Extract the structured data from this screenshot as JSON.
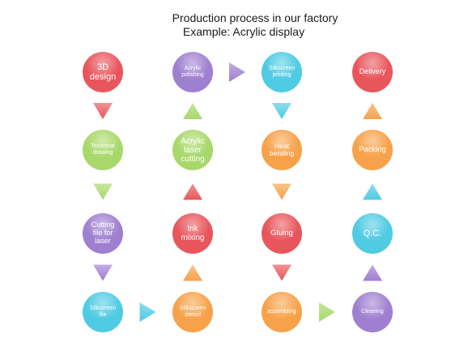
{
  "title": {
    "line1": "Production process in our factory",
    "line2": "Example: Acrylic display"
  },
  "colors": {
    "red": "#e8565c",
    "purple": "#9f7fd0",
    "cyan": "#4fcbe3",
    "orange": "#f7a24a",
    "green": "#a8d86a"
  },
  "nodes": [
    {
      "id": "3d-design",
      "label": "3D\ndesign",
      "color": "red"
    },
    {
      "id": "acrylic-polishing",
      "label": "Acrylic\npolishing",
      "color": "purple"
    },
    {
      "id": "silkscreen-printing",
      "label": "Silkscreen\nprinting",
      "color": "cyan"
    },
    {
      "id": "delivery",
      "label": "Delivery",
      "color": "red"
    },
    {
      "id": "technical-drawing",
      "label": "Technical\ndrawing",
      "color": "green"
    },
    {
      "id": "acrylic-laser-cutting",
      "label": "Acrylic\nlaser\ncutting",
      "color": "green"
    },
    {
      "id": "heat-bending",
      "label": "Heat\nbending",
      "color": "orange"
    },
    {
      "id": "packing",
      "label": "Packing",
      "color": "orange"
    },
    {
      "id": "cutting-file-for-laser",
      "label": "Cutting\nfile for\nlaser",
      "color": "purple"
    },
    {
      "id": "ink-mixing",
      "label": "Ink\nmixing",
      "color": "red"
    },
    {
      "id": "gluing",
      "label": "Gluing",
      "color": "red"
    },
    {
      "id": "qc",
      "label": "Q.C.",
      "color": "cyan"
    },
    {
      "id": "silkscreen-file",
      "label": "Silkscreen\nfile",
      "color": "cyan"
    },
    {
      "id": "silkscreen-stencil",
      "label": "Silkscreen\nstencil",
      "color": "orange"
    },
    {
      "id": "assembling",
      "label": "assembling",
      "color": "orange"
    },
    {
      "id": "cleaning",
      "label": "Cleaning",
      "color": "purple"
    }
  ],
  "arrows": [
    {
      "from": "acrylic-polishing",
      "to": "silkscreen-printing",
      "direction": "right",
      "color": "purple"
    },
    {
      "from": "3d-design",
      "to": "technical-drawing",
      "direction": "down",
      "color": "red"
    },
    {
      "from": "acrylic-laser-cutting",
      "to": "acrylic-polishing",
      "direction": "up",
      "color": "green"
    },
    {
      "from": "silkscreen-printing",
      "to": "heat-bending",
      "direction": "down",
      "color": "cyan"
    },
    {
      "from": "packing",
      "to": "delivery",
      "direction": "up",
      "color": "orange"
    },
    {
      "from": "technical-drawing",
      "to": "cutting-file-for-laser",
      "direction": "down",
      "color": "green"
    },
    {
      "from": "ink-mixing",
      "to": "acrylic-laser-cutting",
      "direction": "up",
      "color": "red"
    },
    {
      "from": "heat-bending",
      "to": "gluing",
      "direction": "down",
      "color": "orange"
    },
    {
      "from": "qc",
      "to": "packing",
      "direction": "up",
      "color": "cyan"
    },
    {
      "from": "cutting-file-for-laser",
      "to": "silkscreen-file",
      "direction": "down",
      "color": "purple"
    },
    {
      "from": "silkscreen-stencil",
      "to": "ink-mixing",
      "direction": "up",
      "color": "orange"
    },
    {
      "from": "gluing",
      "to": "assembling",
      "direction": "down",
      "color": "red"
    },
    {
      "from": "cleaning",
      "to": "qc",
      "direction": "up",
      "color": "purple"
    },
    {
      "from": "silkscreen-file",
      "to": "silkscreen-stencil",
      "direction": "right",
      "color": "cyan"
    },
    {
      "from": "assembling",
      "to": "cleaning",
      "direction": "right",
      "color": "green"
    }
  ]
}
